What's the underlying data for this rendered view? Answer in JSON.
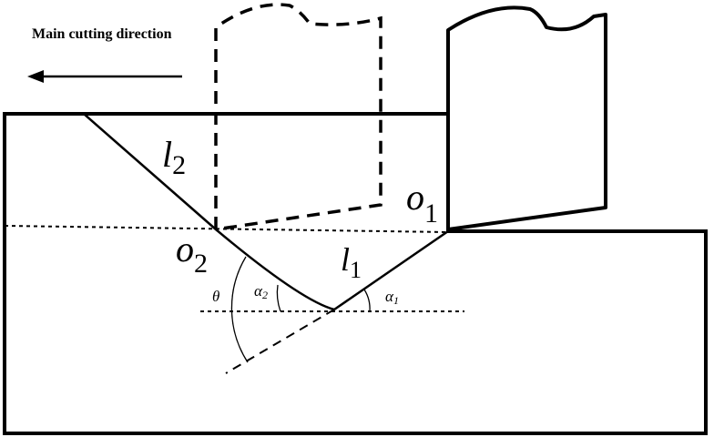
{
  "title": "Main cutting direction",
  "labels": {
    "l2": "l",
    "l2_sub": "2",
    "l1": "l",
    "l1_sub": "1",
    "o1": "o",
    "o1_sub": "1",
    "o2": "o",
    "o2_sub": "2",
    "theta": "θ",
    "alpha2": "α",
    "alpha2_sub": "2",
    "alpha1": "α",
    "alpha1_sub": "1"
  },
  "colors": {
    "stroke": "#000000",
    "background": "#ffffff"
  }
}
